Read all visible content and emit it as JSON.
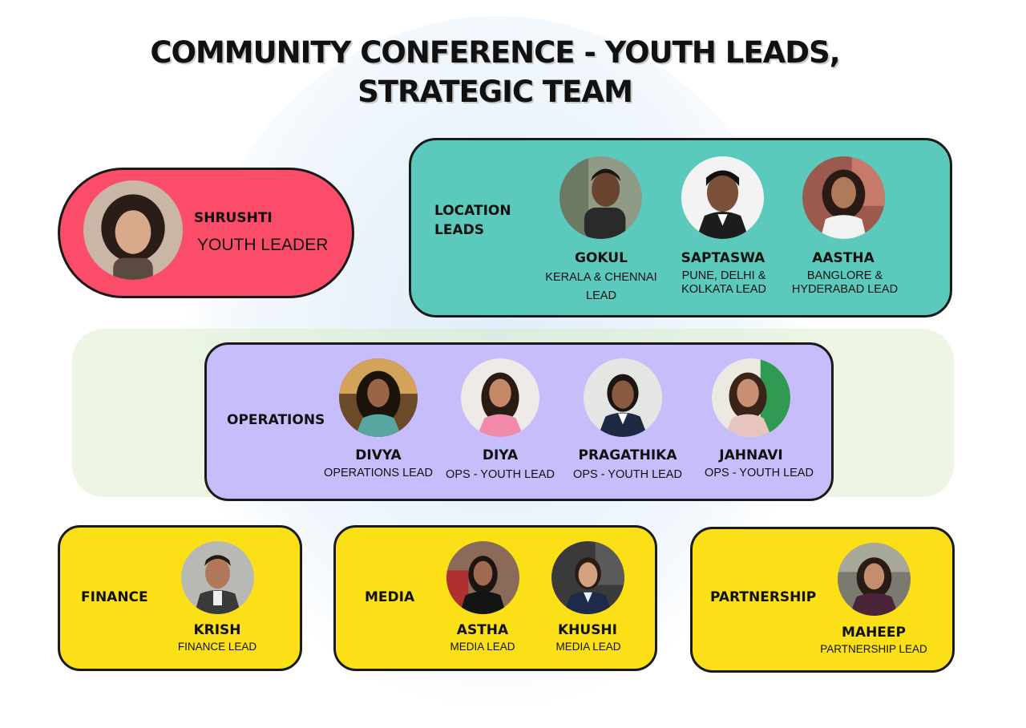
{
  "title": {
    "line1": "COMMUNITY CONFERENCE - YOUTH LEADS,",
    "line2": "STRATEGIC TEAM"
  },
  "colors": {
    "youth_leader": "#fb4c6a",
    "location_leads": "#5bcabc",
    "operations": "#c8bdfb",
    "departments": "#fbe017",
    "border": "#1a1a1a"
  },
  "youth_leader": {
    "name": "SHRUSHTI",
    "role": "YOUTH LEADER"
  },
  "location_leads": {
    "label_line1": "LOCATION",
    "label_line2": "LEADS",
    "members": [
      {
        "name": "GOKUL",
        "role_line1": "KERALA & CHENNAI",
        "role_line2": "LEAD"
      },
      {
        "name": "SAPTASWA",
        "role_line1": "PUNE, DELHI &",
        "role_line2": "KOLKATA LEAD"
      },
      {
        "name": "AASTHA",
        "role_line1": "BANGLORE &",
        "role_line2": "HYDERABAD LEAD"
      }
    ]
  },
  "operations": {
    "label": "OPERATIONS",
    "members": [
      {
        "name": "DIVYA",
        "role": "OPERATIONS LEAD"
      },
      {
        "name": "DIYA",
        "role": "OPS - YOUTH LEAD"
      },
      {
        "name": "PRAGATHIKA",
        "role": "OPS - YOUTH LEAD"
      },
      {
        "name": "JAHNAVI",
        "role": "OPS - YOUTH LEAD"
      }
    ]
  },
  "finance": {
    "label": "FINANCE",
    "members": [
      {
        "name": "KRISH",
        "role": "FINANCE LEAD"
      }
    ]
  },
  "media": {
    "label": "MEDIA",
    "members": [
      {
        "name": "ASTHA",
        "role": "MEDIA LEAD"
      },
      {
        "name": "KHUSHI",
        "role": "MEDIA LEAD"
      }
    ]
  },
  "partnership": {
    "label": "PARTNERSHIP",
    "members": [
      {
        "name": "MAHEEP",
        "role": "PARTNERSHIP LEAD"
      }
    ]
  }
}
